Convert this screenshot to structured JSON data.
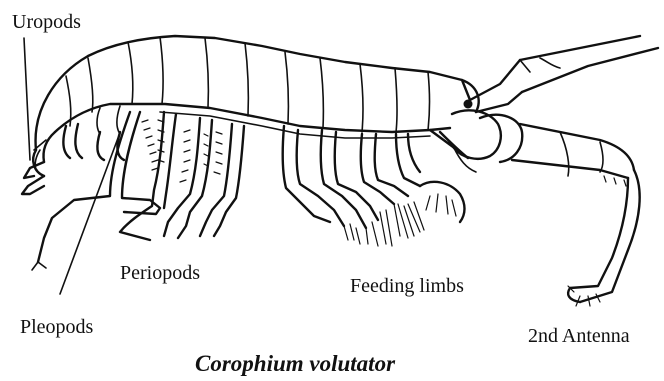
{
  "labels": {
    "uropods": "Uropods",
    "pleopods": "Pleopods",
    "periopods": "Periopods",
    "feeding_limbs": "Feeding limbs",
    "second_antenna": "2nd Antenna"
  },
  "caption": "Corophium volutator",
  "colors": {
    "ink": "#111111",
    "background": "#ffffff"
  }
}
